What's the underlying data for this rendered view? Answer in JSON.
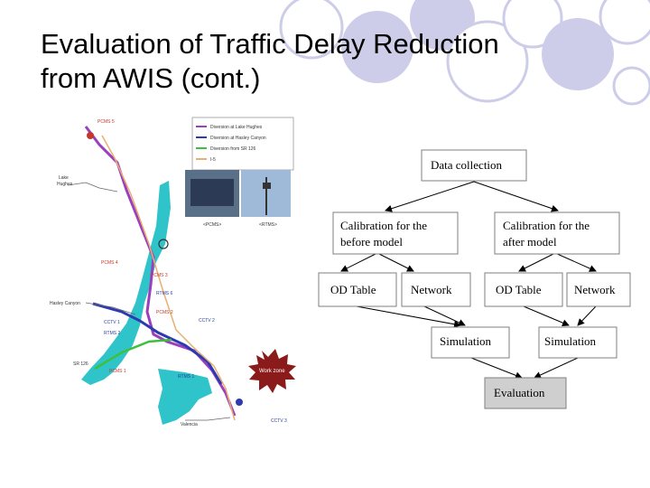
{
  "slide": {
    "title_line1": "Evaluation of Traffic Delay Reduction",
    "title_line2": "from AWIS (cont.)"
  },
  "map": {
    "legend": [
      "Diversion at Lake Hughes",
      "Diversion at Hasley Canyon",
      "Diversion from SR 126",
      "I-5"
    ],
    "labels": {
      "pcms5": "PCMS 5",
      "pcms4": "PCMS 4",
      "pcms3": "PCMS 3",
      "pcms2": "PCMS 2",
      "pcms1": "PCMS 1",
      "rtms6": "RTMS 6",
      "rtms2": "RTMS 2",
      "rtms1": "RTMS 1",
      "cctv1": "CCTV 1",
      "cctv2": "CCTV 2",
      "cctv3": "CCTV 3",
      "lake": "Lake",
      "hughes": "Hughes",
      "hasley": "Hasley Canyon",
      "sr126": "SR 126",
      "valencia": "Valencia",
      "work_zone": "Work zone",
      "photo_left": "<PCMS>",
      "photo_right": "<RTMS>"
    }
  },
  "flow": {
    "data_collection": "Data collection",
    "calib_before_1": "Calibration for the",
    "calib_before_2": "before model",
    "calib_after_1": "Calibration for the",
    "calib_after_2": "after model",
    "od_table_1": "OD Table",
    "network_1": "Network",
    "od_table_2": "OD Table",
    "network_2": "Network",
    "simulation_1": "Simulation",
    "simulation_2": "Simulation",
    "evaluation": "Evaluation"
  },
  "colors": {
    "deco_circle": "#cdcdea",
    "route_lake": "#9b3fbf",
    "route_hasley": "#2d3ab0",
    "route_sr126": "#3fbf3f",
    "river": "#2ec4c9",
    "work_zone": "#8b1a1a"
  }
}
